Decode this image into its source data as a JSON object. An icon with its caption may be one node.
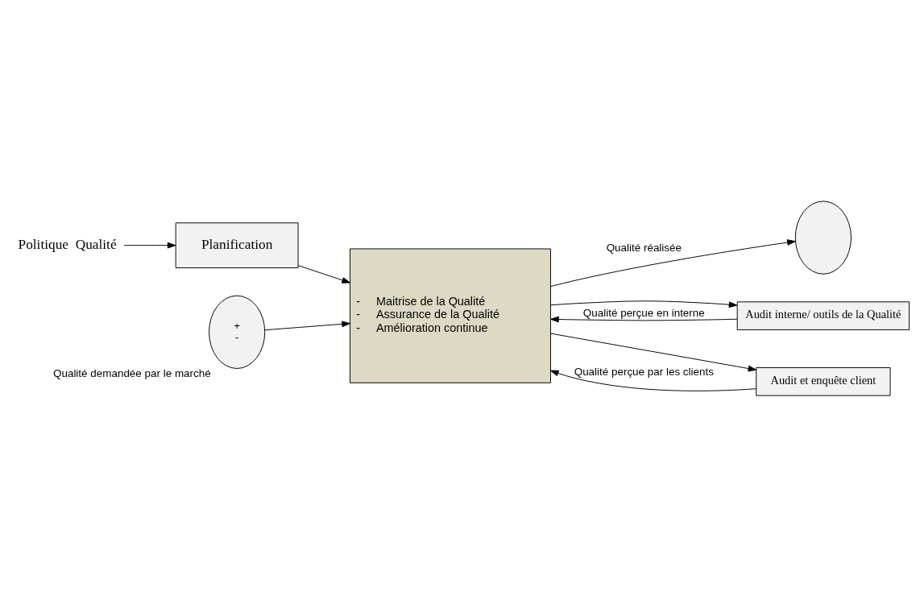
{
  "diagram": {
    "nodes": [
      {
        "text": [
          "Politique  Qualité"
        ]
      },
      {
        "text": [
          "Planification"
        ]
      },
      {
        "text": [
          "-     Maitrise de la Qualité",
          "-     Assurance de la Qualité",
          "-     Amélioration continue"
        ]
      },
      {
        "text": [
          "+",
          "-"
        ],
        "beside": [
          "Qualité demandée par le marché"
        ]
      },
      {
        "text": [],
        "shape": "circle"
      },
      {
        "text": [
          "Audit interne/ outils de la Qualité"
        ]
      },
      {
        "text": [
          "Audit et enquête client"
        ]
      }
    ],
    "edges": [
      {
        "from": 0,
        "to": 1,
        "arrow": "to"
      },
      {
        "from": 1,
        "to": 2,
        "arrow": "to"
      },
      {
        "from": 3,
        "to": 2,
        "arrow": "to"
      },
      {
        "from": 2,
        "to": 4,
        "arrow": "to",
        "label": "Qualité réalisée"
      },
      {
        "from": 2,
        "to": 5,
        "arrow": "to"
      },
      {
        "from": 5,
        "to": 2,
        "arrow": "to",
        "label": "Qualité perçue en interne"
      },
      {
        "from": 2,
        "to": 6,
        "arrow": "to"
      },
      {
        "from": 6,
        "to": 2,
        "arrow": "to",
        "label": "Qualité perçue par les clients"
      }
    ]
  }
}
